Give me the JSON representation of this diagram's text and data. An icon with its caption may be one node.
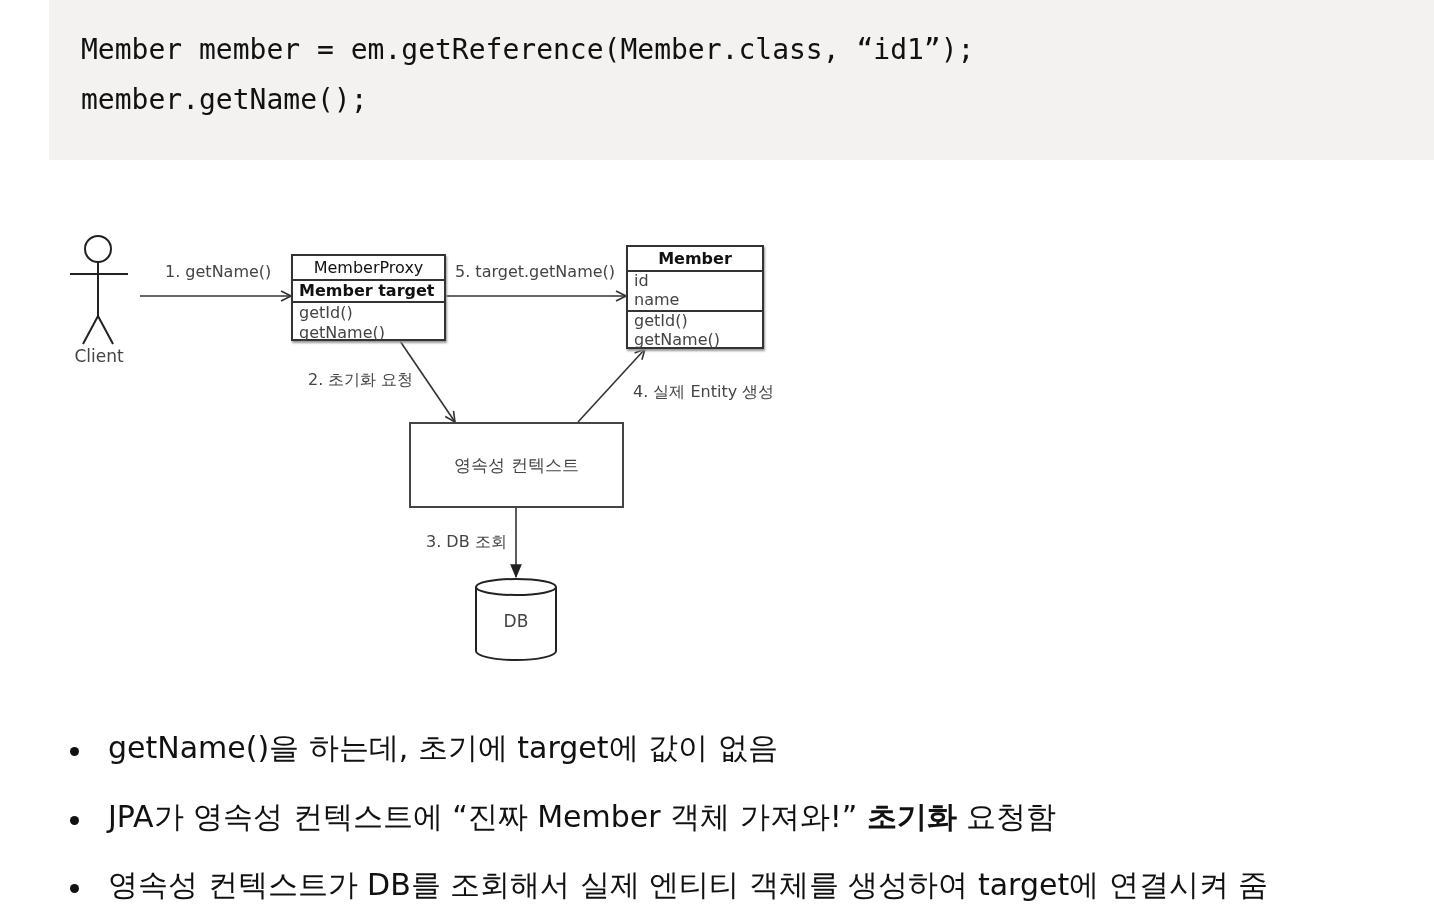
{
  "diagram": {
    "nodes": [
      {
        "text": [
          "Client"
        ]
      },
      {
        "text": [
          "MemberProxy",
          "Member target",
          "getId()",
          "getName()"
        ]
      },
      {
        "text": [
          "Member",
          "id",
          "name",
          "getId()",
          "getName()"
        ]
      },
      {
        "text": [
          "영속성 컨텍스트"
        ]
      },
      {
        "text": [
          "DB"
        ]
      }
    ],
    "edges": [
      {
        "from": 0,
        "to": 1,
        "arrow": "to",
        "label": "1. getName()"
      },
      {
        "from": 1,
        "to": 3,
        "arrow": "to",
        "label": "2. 초기화 요청"
      },
      {
        "from": 3,
        "to": 4,
        "arrow": "to",
        "label": "3. DB 조회"
      },
      {
        "from": 3,
        "to": 2,
        "arrow": "to",
        "label": "4. 실제 Entity 생성"
      },
      {
        "from": 1,
        "to": 2,
        "arrow": "to",
        "label": "5. target.getName()"
      }
    ],
    "labels": [
      "Member member = em.getReference(Member.class, “id1”);",
      "member.getName();",
      "getName()을 하는데, 초기에 target에 값이 없음",
      "JPA가 영속성 컨텍스트에 “진짜 Member 객체 가져와!” **초기화** 요청함",
      "영속성 컨텍스트가 DB를 조회해서 실제 엔티티 객체를 생성하여 target에 연결시켜 줌"
    ]
  }
}
